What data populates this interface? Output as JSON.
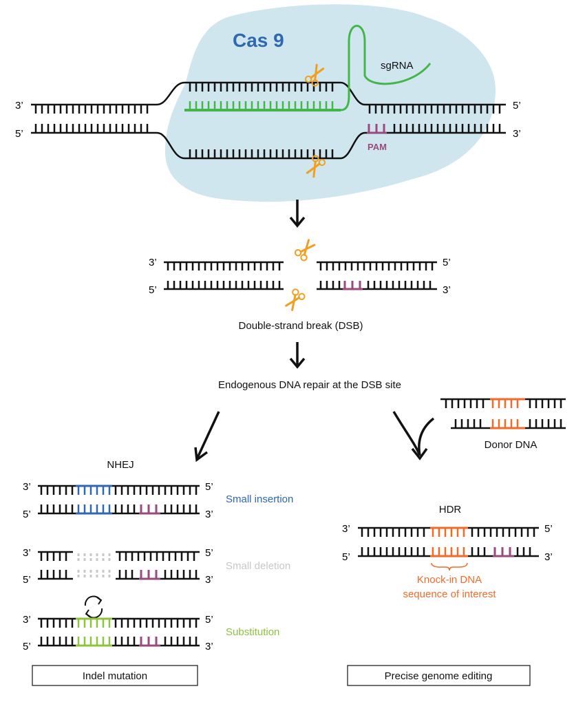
{
  "colors": {
    "strand": "#111111",
    "cas9_bg": "#cfe6ee",
    "sgrna": "#44b649",
    "pam": "#9b4a7e",
    "scissors": "#f0a020",
    "insertion": "#2e68b0",
    "deletion": "#c8c8c8",
    "substitution": "#8cc43c",
    "knockin": "#f26a2a"
  },
  "labels": {
    "cas9": "Cas 9",
    "sgrna": "sgRNA",
    "pam": "PAM",
    "end_3": "3’",
    "end_5": "5’",
    "dsb": "Double-strand break (DSB)",
    "repair": "Endogenous DNA repair at the DSB site",
    "donor": "Donor DNA",
    "nhej": "NHEJ",
    "hdr": "HDR",
    "small_insertion": "Small insertion",
    "small_deletion": "Small deletion",
    "substitution": "Substitution",
    "knockin_line1": "Knock-in DNA",
    "knockin_line2": "sequence of interest",
    "indel_box": "Indel mutation",
    "precise_box": "Precise genome editing"
  },
  "icons": [
    "scissors-icon",
    "rotate-arrows-icon",
    "down-arrow-icon",
    "curved-arrow-icon"
  ]
}
